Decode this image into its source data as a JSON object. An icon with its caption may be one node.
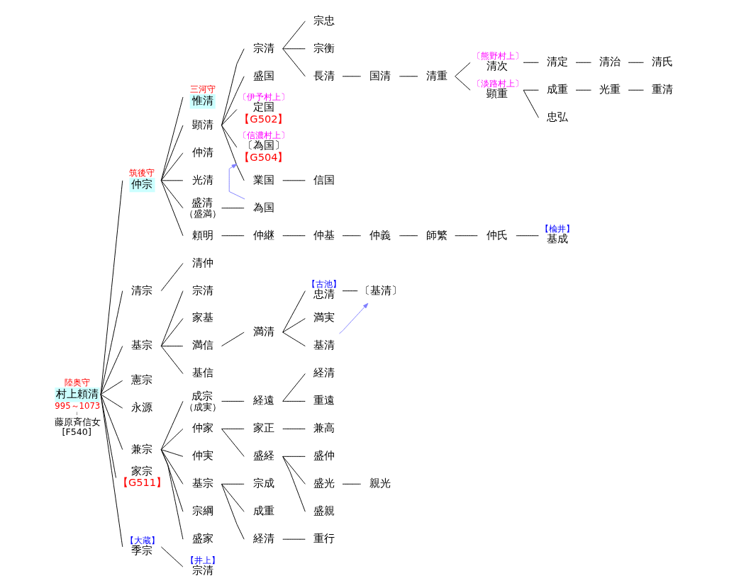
{
  "diagram": {
    "nodes": [
      {
        "text": [
          "陸奥守",
          "村上頼清",
          "995～1073"
        ]
      },
      {
        "text": [
          "藤原斉信女",
          "[F540]"
        ]
      },
      {
        "text": [
          "筑後守",
          "仲宗"
        ]
      },
      {
        "text": [
          "三河守",
          "惟清"
        ]
      },
      {
        "text": [
          "顕清"
        ]
      },
      {
        "text": [
          "宗清"
        ]
      },
      {
        "text": [
          "宗忠"
        ]
      },
      {
        "text": [
          "宗衡"
        ]
      },
      {
        "text": [
          "長清"
        ]
      },
      {
        "text": [
          "国清"
        ]
      },
      {
        "text": [
          "清重"
        ]
      },
      {
        "text": [
          "〔熊野村上〕",
          "清次"
        ]
      },
      {
        "text": [
          "清定"
        ]
      },
      {
        "text": [
          "清治"
        ]
      },
      {
        "text": [
          "清氏"
        ]
      },
      {
        "text": [
          "〔淡路村上〕",
          "顕重"
        ]
      },
      {
        "text": [
          "成重"
        ]
      },
      {
        "text": [
          "光重"
        ]
      },
      {
        "text": [
          "重清"
        ]
      },
      {
        "text": [
          "忠弘"
        ]
      },
      {
        "text": [
          "盛国"
        ]
      },
      {
        "text": [
          "〔伊予村上〕",
          "定国",
          "【G502】"
        ]
      },
      {
        "text": [
          "〔信濃村上〕",
          "〔為国〕",
          "【G504】"
        ]
      },
      {
        "text": [
          "業国"
        ]
      },
      {
        "text": [
          "信国"
        ]
      },
      {
        "text": [
          "仲清"
        ]
      },
      {
        "text": [
          "光清"
        ]
      },
      {
        "text": [
          "盛清",
          "（盛満）"
        ]
      },
      {
        "text": [
          "為国"
        ]
      },
      {
        "text": [
          "頼明"
        ]
      },
      {
        "text": [
          "仲継"
        ]
      },
      {
        "text": [
          "仲基"
        ]
      },
      {
        "text": [
          "仲義"
        ]
      },
      {
        "text": [
          "師繁"
        ]
      },
      {
        "text": [
          "仲氏"
        ]
      },
      {
        "text": [
          "【楡井】",
          "基成"
        ]
      },
      {
        "text": [
          "清宗"
        ]
      },
      {
        "text": [
          "清仲"
        ]
      },
      {
        "text": [
          "基宗"
        ]
      },
      {
        "text": [
          "宗清"
        ]
      },
      {
        "text": [
          "家基"
        ]
      },
      {
        "text": [
          "満信"
        ]
      },
      {
        "text": [
          "満清"
        ]
      },
      {
        "text": [
          "【古池】",
          "忠清"
        ]
      },
      {
        "text": [
          "〔基清〕"
        ]
      },
      {
        "text": [
          "満実"
        ]
      },
      {
        "text": [
          "基清"
        ]
      },
      {
        "text": [
          "基信"
        ]
      },
      {
        "text": [
          "憲宗"
        ]
      },
      {
        "text": [
          "永源"
        ]
      },
      {
        "text": [
          "兼宗"
        ]
      },
      {
        "text": [
          "成宗",
          "（成実）"
        ]
      },
      {
        "text": [
          "経遠"
        ]
      },
      {
        "text": [
          "経清"
        ]
      },
      {
        "text": [
          "重遠"
        ]
      },
      {
        "text": [
          "仲家"
        ]
      },
      {
        "text": [
          "家正"
        ]
      },
      {
        "text": [
          "兼高"
        ]
      },
      {
        "text": [
          "盛経"
        ]
      },
      {
        "text": [
          "盛仲"
        ]
      },
      {
        "text": [
          "盛光"
        ]
      },
      {
        "text": [
          "親光"
        ]
      },
      {
        "text": [
          "盛親"
        ]
      },
      {
        "text": [
          "仲実"
        ]
      },
      {
        "text": [
          "基宗"
        ]
      },
      {
        "text": [
          "宗成"
        ]
      },
      {
        "text": [
          "成重"
        ]
      },
      {
        "text": [
          "経清"
        ]
      },
      {
        "text": [
          "重行"
        ]
      },
      {
        "text": [
          "宗綱"
        ]
      },
      {
        "text": [
          "盛家"
        ]
      },
      {
        "text": [
          "家宗",
          "【G511】"
        ]
      },
      {
        "text": [
          "【大蔵】",
          "季宗"
        ]
      },
      {
        "text": [
          "【井上】",
          "宗清"
        ]
      }
    ],
    "edges": [
      {
        "from": 0,
        "to": 1,
        "arrow": "none",
        "color": "#808080"
      },
      {
        "from": 0,
        "to": 2,
        "arrow": "none"
      },
      {
        "from": 0,
        "to": 36,
        "arrow": "none"
      },
      {
        "from": 0,
        "to": 38,
        "arrow": "none"
      },
      {
        "from": 0,
        "to": 48,
        "arrow": "none"
      },
      {
        "from": 0,
        "to": 49,
        "arrow": "none"
      },
      {
        "from": 0,
        "to": 50,
        "arrow": "none"
      },
      {
        "from": 0,
        "to": 71,
        "arrow": "none"
      },
      {
        "from": 0,
        "to": 72,
        "arrow": "none"
      },
      {
        "from": 2,
        "to": 3,
        "arrow": "none"
      },
      {
        "from": 2,
        "to": 4,
        "arrow": "none"
      },
      {
        "from": 2,
        "to": 25,
        "arrow": "none"
      },
      {
        "from": 2,
        "to": 26,
        "arrow": "none"
      },
      {
        "from": 2,
        "to": 27,
        "arrow": "none"
      },
      {
        "from": 2,
        "to": 29,
        "arrow": "none"
      },
      {
        "from": 4,
        "to": 5,
        "arrow": "none"
      },
      {
        "from": 4,
        "to": 20,
        "arrow": "none"
      },
      {
        "from": 4,
        "to": 21,
        "arrow": "none"
      },
      {
        "from": 4,
        "to": 22,
        "arrow": "none"
      },
      {
        "from": 4,
        "to": 23,
        "arrow": "none"
      },
      {
        "from": 5,
        "to": 6,
        "arrow": "none"
      },
      {
        "from": 5,
        "to": 7,
        "arrow": "none"
      },
      {
        "from": 5,
        "to": 8,
        "arrow": "none"
      },
      {
        "from": 8,
        "to": 9,
        "arrow": "none"
      },
      {
        "from": 9,
        "to": 10,
        "arrow": "none"
      },
      {
        "from": 10,
        "to": 11,
        "arrow": "none"
      },
      {
        "from": 10,
        "to": 15,
        "arrow": "none"
      },
      {
        "from": 11,
        "to": 12,
        "arrow": "none"
      },
      {
        "from": 12,
        "to": 13,
        "arrow": "none"
      },
      {
        "from": 13,
        "to": 14,
        "arrow": "none"
      },
      {
        "from": 15,
        "to": 16,
        "arrow": "none"
      },
      {
        "from": 15,
        "to": 19,
        "arrow": "none"
      },
      {
        "from": 16,
        "to": 17,
        "arrow": "none"
      },
      {
        "from": 17,
        "to": 18,
        "arrow": "none"
      },
      {
        "from": 23,
        "to": 24,
        "arrow": "none"
      },
      {
        "from": 27,
        "to": 28,
        "arrow": "none"
      },
      {
        "from": 28,
        "to": 22,
        "arrow": "to",
        "color": "#8080ff"
      },
      {
        "from": 29,
        "to": 30,
        "arrow": "none"
      },
      {
        "from": 30,
        "to": 31,
        "arrow": "none"
      },
      {
        "from": 31,
        "to": 32,
        "arrow": "none"
      },
      {
        "from": 32,
        "to": 33,
        "arrow": "none"
      },
      {
        "from": 33,
        "to": 34,
        "arrow": "none"
      },
      {
        "from": 34,
        "to": 35,
        "arrow": "none"
      },
      {
        "from": 36,
        "to": 37,
        "arrow": "none"
      },
      {
        "from": 38,
        "to": 39,
        "arrow": "none"
      },
      {
        "from": 38,
        "to": 40,
        "arrow": "none"
      },
      {
        "from": 38,
        "to": 41,
        "arrow": "none"
      },
      {
        "from": 38,
        "to": 47,
        "arrow": "none"
      },
      {
        "from": 41,
        "to": 42,
        "arrow": "none"
      },
      {
        "from": 42,
        "to": 43,
        "arrow": "none"
      },
      {
        "from": 42,
        "to": 45,
        "arrow": "none"
      },
      {
        "from": 42,
        "to": 46,
        "arrow": "none"
      },
      {
        "from": 43,
        "to": 44,
        "arrow": "none"
      },
      {
        "from": 46,
        "to": 44,
        "arrow": "to",
        "color": "#8080ff"
      },
      {
        "from": 50,
        "to": 51,
        "arrow": "none"
      },
      {
        "from": 50,
        "to": 55,
        "arrow": "none"
      },
      {
        "from": 50,
        "to": 63,
        "arrow": "none"
      },
      {
        "from": 50,
        "to": 64,
        "arrow": "none"
      },
      {
        "from": 50,
        "to": 69,
        "arrow": "none"
      },
      {
        "from": 50,
        "to": 70,
        "arrow": "none"
      },
      {
        "from": 51,
        "to": 52,
        "arrow": "none"
      },
      {
        "from": 52,
        "to": 53,
        "arrow": "none"
      },
      {
        "from": 52,
        "to": 54,
        "arrow": "none"
      },
      {
        "from": 55,
        "to": 56,
        "arrow": "none"
      },
      {
        "from": 55,
        "to": 58,
        "arrow": "none"
      },
      {
        "from": 56,
        "to": 57,
        "arrow": "none"
      },
      {
        "from": 58,
        "to": 59,
        "arrow": "none"
      },
      {
        "from": 58,
        "to": 60,
        "arrow": "none"
      },
      {
        "from": 58,
        "to": 62,
        "arrow": "none"
      },
      {
        "from": 60,
        "to": 61,
        "arrow": "none"
      },
      {
        "from": 64,
        "to": 65,
        "arrow": "none"
      },
      {
        "from": 64,
        "to": 66,
        "arrow": "none"
      },
      {
        "from": 64,
        "to": 67,
        "arrow": "none"
      },
      {
        "from": 67,
        "to": 68,
        "arrow": "none"
      },
      {
        "from": 72,
        "to": 73,
        "arrow": "none"
      }
    ]
  }
}
